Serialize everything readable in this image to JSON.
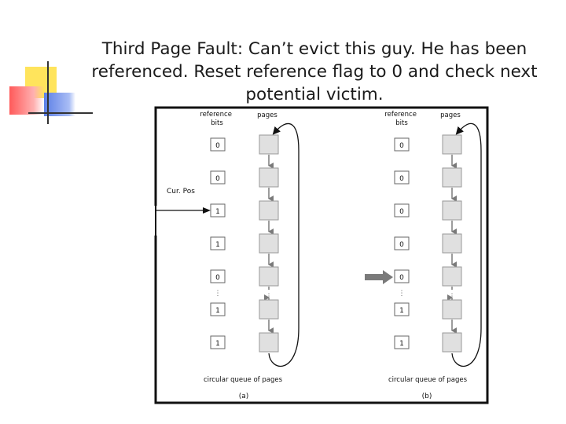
{
  "slide": {
    "title": "Third Page Fault: Can’t evict this guy. He has been referenced. Reset reference flag to 0 and check next potential victim."
  },
  "figure": {
    "cur_pos_label": "Cur. Pos",
    "panels": [
      {
        "id": "a",
        "header_bits": "reference bits",
        "header_pages": "pages",
        "bits": [
          "0",
          "0",
          "1",
          "1",
          "0",
          "1",
          "1"
        ],
        "footer": "circular queue of pages",
        "caption": "(a)"
      },
      {
        "id": "b",
        "header_bits": "reference bits",
        "header_pages": "pages",
        "bits": [
          "0",
          "0",
          "0",
          "0",
          "0",
          "1",
          "1"
        ],
        "footer": "circular queue of pages",
        "caption": "(b)"
      }
    ],
    "colors": {
      "deco_yellow": "#ffe45c",
      "deco_red": "#ff5a5a",
      "deco_blue": "#5b7ee6",
      "frame": "#111111",
      "page_fill": "#e0e0e0",
      "pointer_gray": "#7a7a7a"
    }
  }
}
